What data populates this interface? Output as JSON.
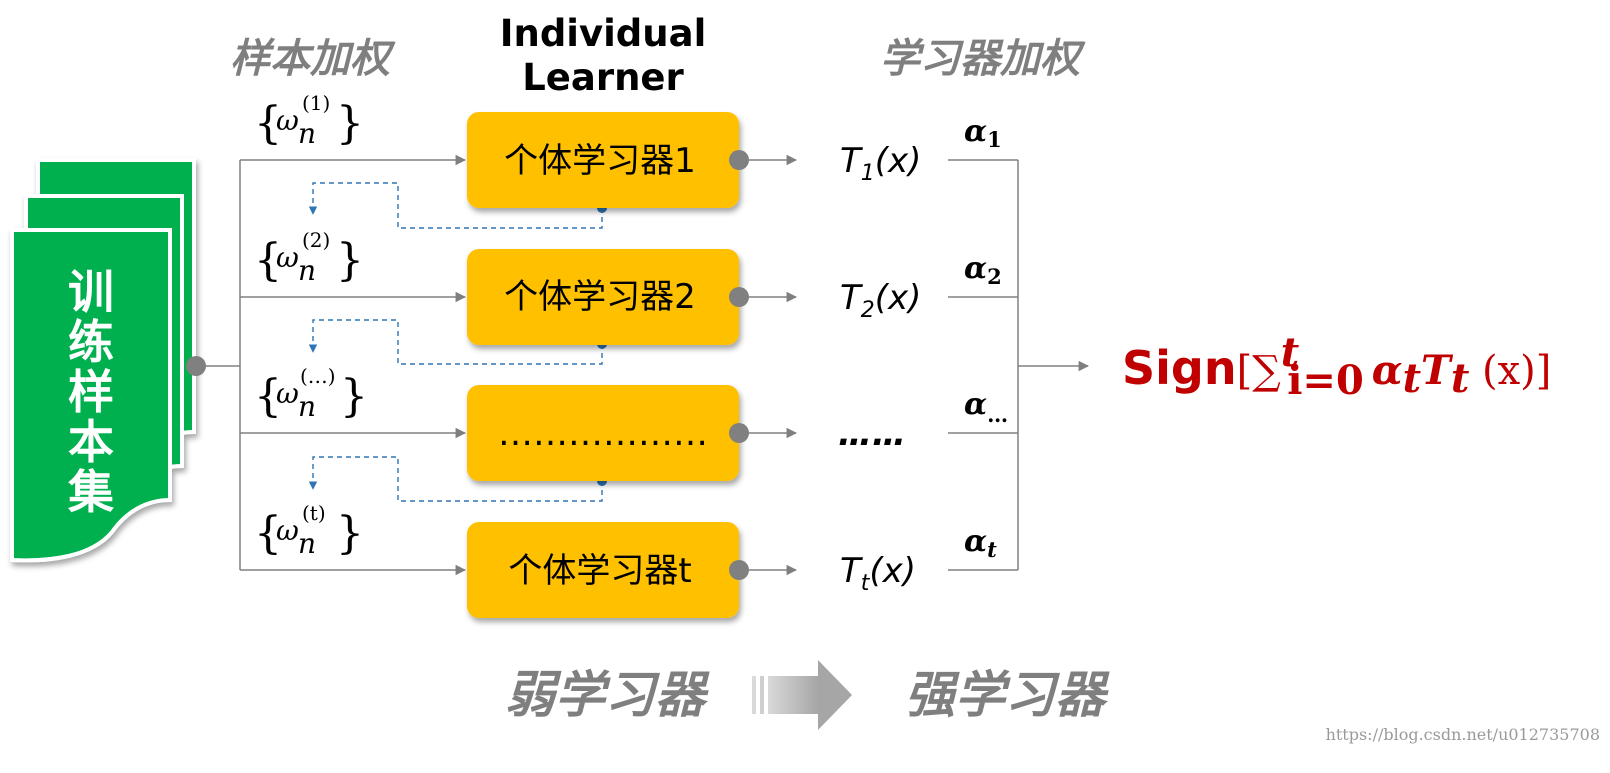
{
  "headers": {
    "sample_weighting": "样本加权",
    "individual_learner_line1": "Individual",
    "individual_learner_line2": "Learner",
    "learner_weighting": "学习器加权"
  },
  "training_set": {
    "label_chars": [
      "训",
      "练",
      "样",
      "本",
      "集"
    ]
  },
  "rows": [
    {
      "box_label": "个体学习器1",
      "output_label": "T",
      "output_sub": "1",
      "output_arg": "(x)",
      "weight_sup": "(1)",
      "alpha_sub": "1"
    },
    {
      "box_label": "个体学习器2",
      "output_label": "T",
      "output_sub": "2",
      "output_arg": "(x)",
      "weight_sup": "(2)",
      "alpha_sub": "2"
    },
    {
      "box_label": "………………",
      "output_label": "……",
      "output_sub": "",
      "output_arg": "",
      "weight_sup": "(…)",
      "alpha_sub": "…"
    },
    {
      "box_label": "个体学习器t",
      "output_label": "T",
      "output_sub": "t",
      "output_arg": "(x)",
      "weight_sup": "(t)",
      "alpha_sub": "t"
    }
  ],
  "weight_symbol": {
    "open": "{",
    "omega": "ω",
    "n": "n",
    "close": "}"
  },
  "alpha_symbol": "α",
  "formula": {
    "sign": "Sign",
    "open_bracket": "[",
    "sum": "∑",
    "sum_upper": "t",
    "sum_lower": "i=0",
    "alpha": "α",
    "alpha_sub": "t",
    "T": "T",
    "T_sub": "t",
    "arg": " (x)",
    "close_bracket": "]"
  },
  "bottom": {
    "weak_learner": "弱学习器",
    "strong_learner": "强学习器"
  },
  "watermark": "https://blog.csdn.net/u012735708",
  "colors": {
    "training_green": "#00b050",
    "learner_box": "#ffc000",
    "connector_gray": "#808080",
    "feedback_blue": "#2e75b6",
    "formula_red": "#c00000",
    "section_gray": "#7f7f7f"
  }
}
